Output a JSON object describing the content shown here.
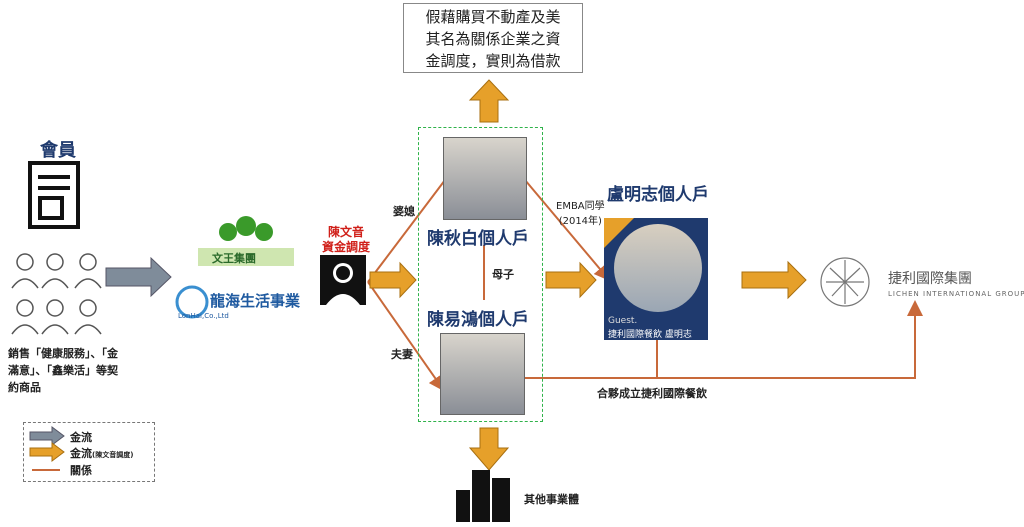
{
  "top_box": {
    "lines": [
      "假藉購買不動產及美",
      "其名為關係企業之資",
      "金調度，實則為借款"
    ]
  },
  "members": {
    "title": "會員",
    "description": "銷售「健康服務」、「金滿意」、「鑫樂活」等契約商品"
  },
  "companies": {
    "wenwang": "文王集團",
    "longhai": "龍海生活事業",
    "longhai_sub": "LonHai,Co.,Ltd"
  },
  "chen_wenyin": {
    "name": "陳文音",
    "role": "資金調度"
  },
  "accounts": {
    "chen_qiubai": "陳秋白個人戶",
    "chen_yihong": "陳易鴻個人戶",
    "lu_mingzhi": "盧明志個人戶"
  },
  "relations": {
    "in_law": "婆媳",
    "spouse": "夫妻",
    "mother_son": "母子",
    "emba": "EMBA同學",
    "emba_year": "(2014年)",
    "partnership": "合夥成立捷利國際餐飲"
  },
  "photo_caption": {
    "guest": "Guest.",
    "name": "捷利國際餐飲 盧明志"
  },
  "lichen": {
    "name": "捷利國際集團",
    "sub": "LICHEN INTERNATIONAL GROUP"
  },
  "other": "其他事業體",
  "legend": {
    "items": [
      {
        "label": "金流"
      },
      {
        "label": "金流",
        "note": "(陳文音調度)"
      },
      {
        "label": "關係"
      }
    ]
  },
  "colors": {
    "gray_arrow": "#7f8c9a",
    "orange_arrow": "#e6a02a",
    "relation": "#c8693a",
    "accent_blue": "#1f3a6e"
  }
}
